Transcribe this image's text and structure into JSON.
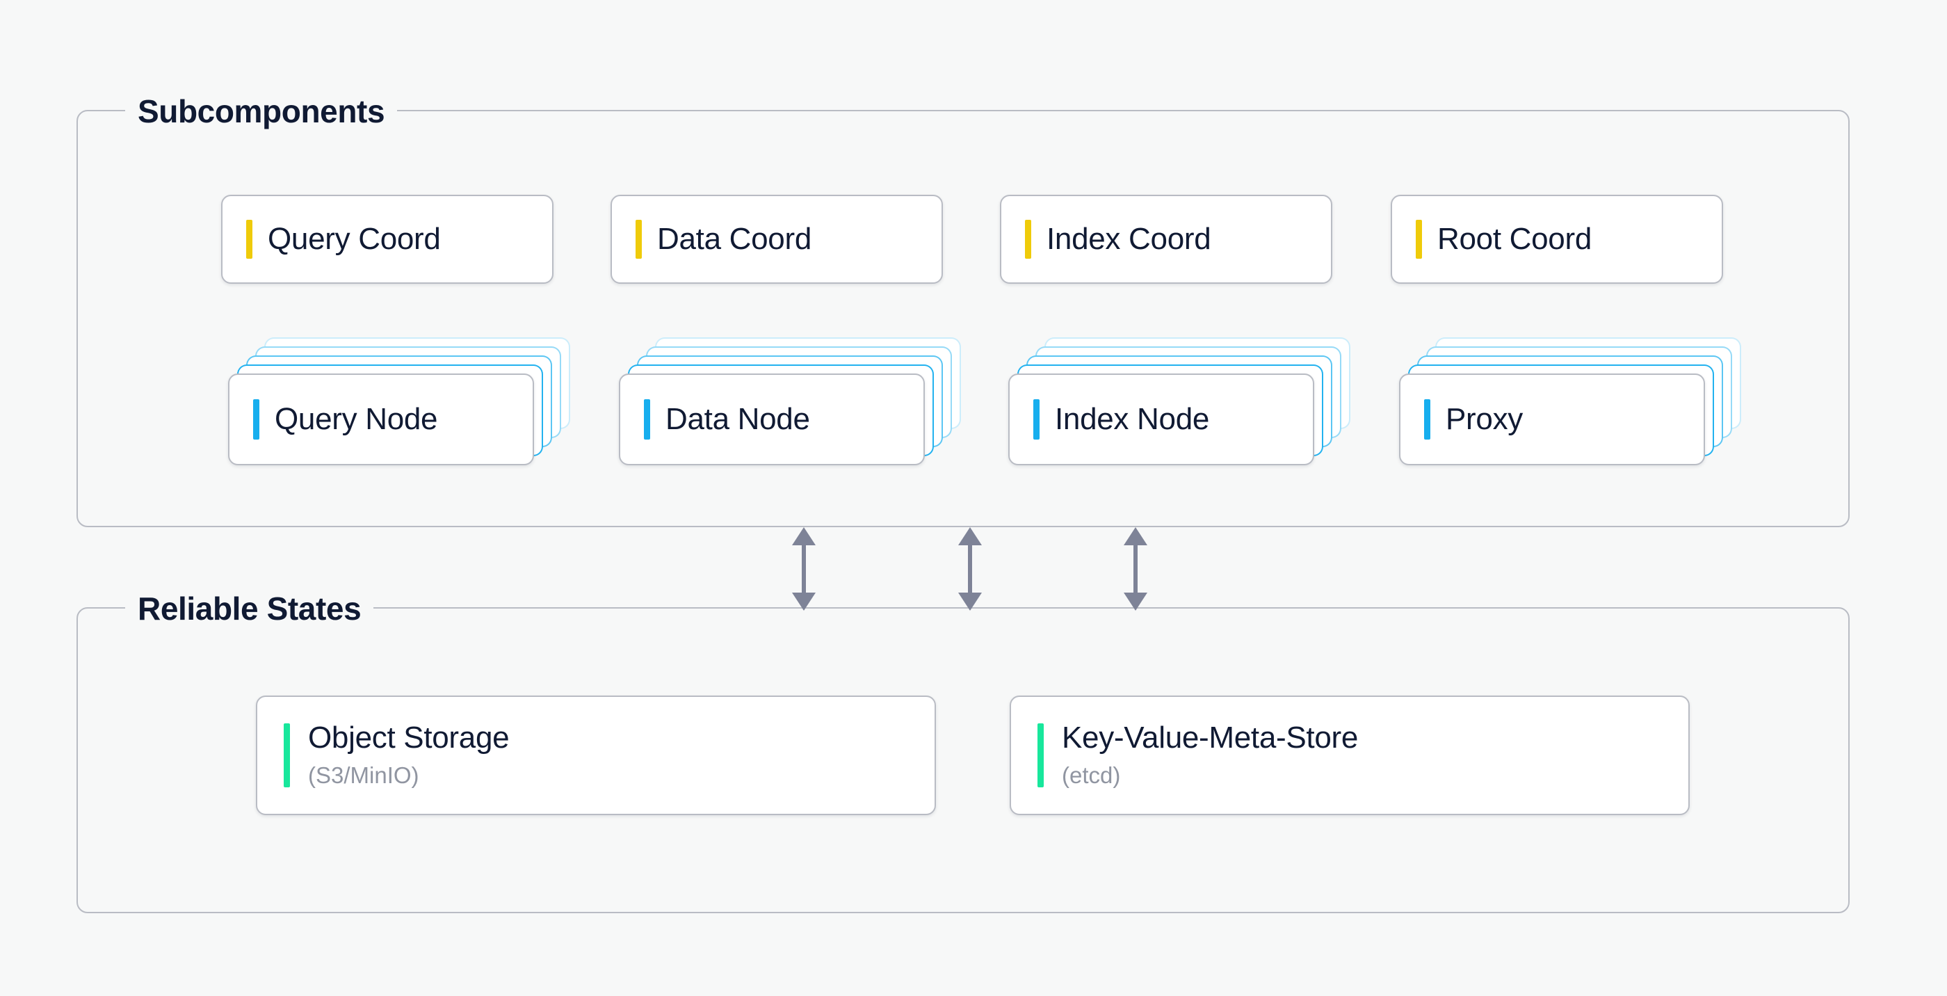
{
  "theme": {
    "background": "#F7F8F8",
    "panel_border": "#B9BCC4",
    "card_background": "#FFFFFF",
    "text_primary": "#101A33",
    "text_secondary": "#9095A1",
    "accent_coordinator": "#EFCB0A",
    "accent_node": "#17AEEE",
    "accent_storage": "#18E79C",
    "arrow_color": "#7E8397"
  },
  "panels": {
    "subcomponents": {
      "legend": "Subcomponents"
    },
    "reliable_states": {
      "legend": "Reliable States"
    }
  },
  "coordinators": [
    {
      "label": "Query Coord"
    },
    {
      "label": "Data Coord"
    },
    {
      "label": "Index Coord"
    },
    {
      "label": "Root Coord"
    }
  ],
  "nodes": [
    {
      "label": "Query Node",
      "stack_layers": 4
    },
    {
      "label": "Data Node",
      "stack_layers": 4
    },
    {
      "label": "Index Node",
      "stack_layers": 4
    },
    {
      "label": "Proxy",
      "stack_layers": 4
    }
  ],
  "storages": [
    {
      "label": "Object Storage",
      "sublabel": "(S3/MinIO)"
    },
    {
      "label": "Key-Value-Meta-Store",
      "sublabel": "(etcd)"
    }
  ],
  "connectors": {
    "count": 3,
    "kind": "bidirectional-vertical-arrow"
  }
}
